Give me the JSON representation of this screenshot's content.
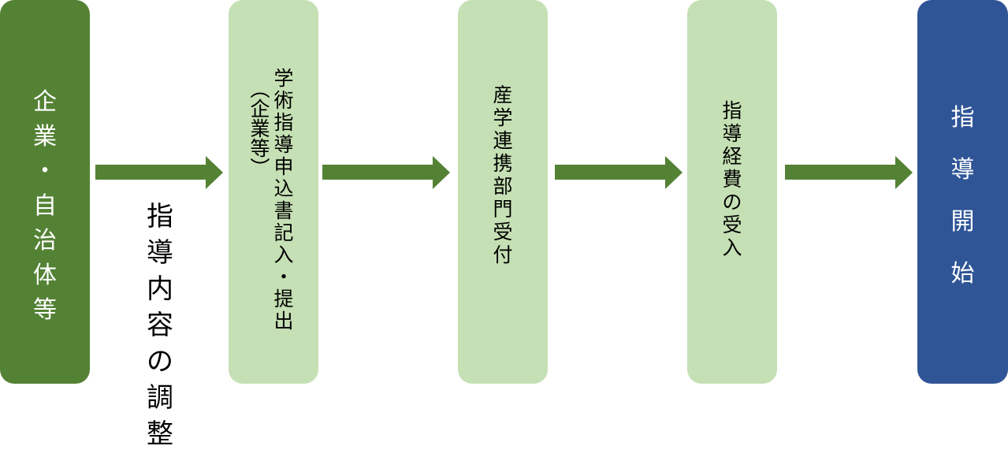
{
  "colors": {
    "dark_green": "#548235",
    "light_green": "#c5e0b4",
    "navy": "#2f5597",
    "arrow": "#548235"
  },
  "steps": [
    {
      "label": "企\n業\n・\n自\n治\n体\n等"
    },
    {
      "label": "学術指導申込書記入・提出",
      "sub": "（企業等）"
    },
    {
      "label": "産\n学\n連\n携\n部\n門\n受\n付"
    },
    {
      "label": "指\n導\n経\n費\nの\n受\n入"
    },
    {
      "label": "指\n導\n開\n始"
    }
  ],
  "caption": "指\n導\n内\n容\nの\n調\n整"
}
